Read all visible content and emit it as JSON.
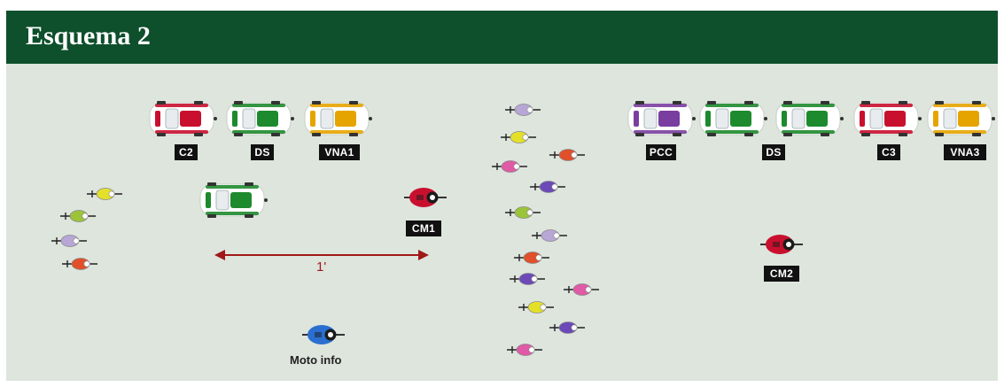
{
  "title": "Esquema 2",
  "labels": {
    "c2": "C2",
    "ds1": "DS",
    "vna1": "VNA1",
    "cm1": "CM1",
    "pcc": "PCC",
    "ds2": "DS",
    "c3": "C3",
    "vna3": "VNA3",
    "cm2": "CM2"
  },
  "gap_label": "1'",
  "moto_info_label": "Moto info",
  "colors": {
    "header": "#0e4f2c",
    "background": "#dde5dd",
    "red": "#c8102e",
    "green": "#1e8a2e",
    "yellow": "#e6a400",
    "purple": "#7a3ea0",
    "arrow": "#a01818",
    "moto_blue": "#2a6fd0"
  }
}
